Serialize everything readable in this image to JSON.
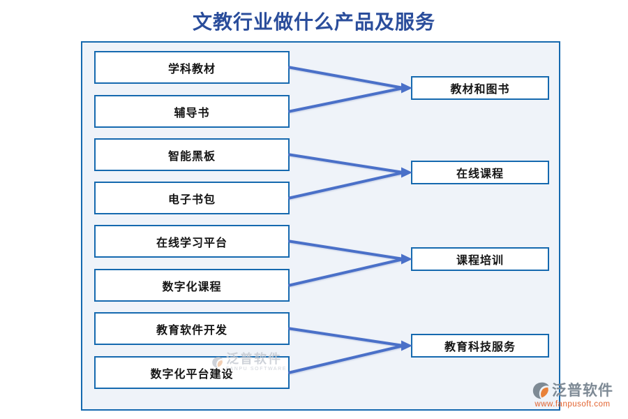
{
  "title": "文教行业做什么产品及服务",
  "diagram": {
    "left_items": [
      "学科教材",
      "辅导书",
      "智能黑板",
      "电子书包",
      "在线学习平台",
      "数字化课程",
      "教育软件开发",
      "数字化平台建设"
    ],
    "right_items": [
      "教材和图书",
      "在线课程",
      "课程培训",
      "教育科技服务"
    ],
    "connections": [
      [
        0,
        0
      ],
      [
        1,
        0
      ],
      [
        2,
        1
      ],
      [
        3,
        1
      ],
      [
        4,
        2
      ],
      [
        5,
        2
      ],
      [
        6,
        3
      ],
      [
        7,
        3
      ]
    ]
  },
  "watermark": {
    "name": "泛普软件",
    "caption": "FANPU SOFTWARE"
  },
  "brand": {
    "name": "泛普软件",
    "website": "www.fanpusoft.com"
  },
  "colors": {
    "title": "#2a4d9b",
    "border": "#1569af",
    "panel_bg": "#eff3f9",
    "arrow": "#4a70c8",
    "watermark_gray": "#c3c8d0",
    "watermark_orange": "#eec3a1",
    "brand_gray": "#7e8a95",
    "brand_orange": "#e8813a",
    "url_orange": "#e2622e"
  }
}
